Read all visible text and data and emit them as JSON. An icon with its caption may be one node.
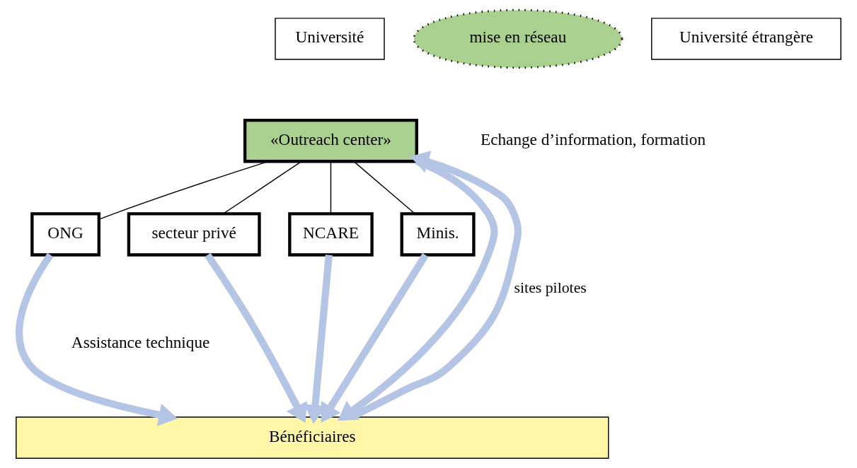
{
  "diagram": {
    "nodes": [
      {
        "text": [
          "Université"
        ]
      },
      {
        "text": [
          "mise en réseau"
        ]
      },
      {
        "text": [
          "Université étrangère"
        ]
      },
      {
        "text": [
          "«Outreach center»"
        ]
      },
      {
        "text": [
          "ONG"
        ]
      },
      {
        "text": [
          "secteur privé"
        ]
      },
      {
        "text": [
          "NCARE"
        ]
      },
      {
        "text": [
          "Minis."
        ]
      },
      {
        "text": [
          "Bénéficiaires"
        ]
      }
    ],
    "edges": [
      {
        "from": 3,
        "to": 4,
        "arrow": "none",
        "color": "#000000"
      },
      {
        "from": 3,
        "to": 5,
        "arrow": "none",
        "color": "#000000"
      },
      {
        "from": 3,
        "to": 6,
        "arrow": "none",
        "color": "#000000"
      },
      {
        "from": 3,
        "to": 7,
        "arrow": "none",
        "color": "#000000"
      },
      {
        "from": 4,
        "to": 8,
        "arrow": "to"
      },
      {
        "from": 5,
        "to": 8,
        "arrow": "to"
      },
      {
        "from": 6,
        "to": 8,
        "arrow": "to"
      },
      {
        "from": 7,
        "to": 8,
        "arrow": "to"
      },
      {
        "from": 3,
        "to": 8,
        "arrow": "to"
      },
      {
        "from": 8,
        "to": 3,
        "arrow": "to",
        "label": "sites pilotes"
      }
    ],
    "labels": [
      "Echange d’information, formation",
      "Assistance technique"
    ]
  }
}
